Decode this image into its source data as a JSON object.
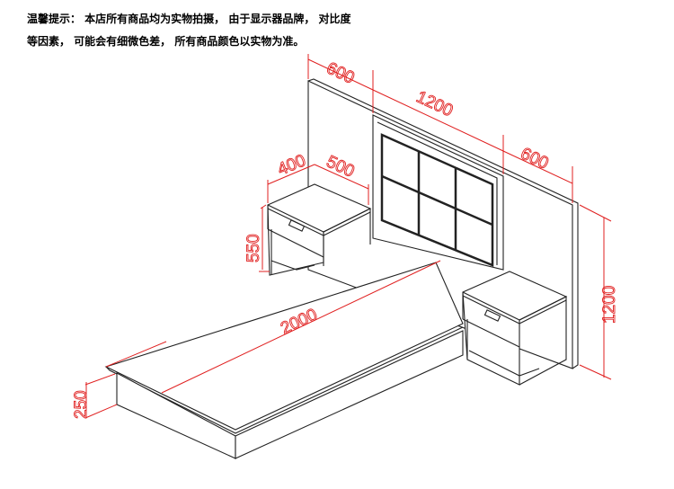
{
  "notice": {
    "line1": "温馨提示： 本店所有商品均为实物拍摄， 由于显示器品牌， 对比度",
    "line2": "等因素， 可能会有细微色差， 所有商品颜色以实物为准。"
  },
  "dimensions": {
    "headboard_side_top": "600",
    "headboard_center_width": "1200",
    "headboard_side_right": "600",
    "nightstand_depth": "400",
    "nightstand_width": "500",
    "nightstand_height": "550",
    "bed_length": "2000",
    "headboard_height": "1200",
    "bed_height": "250"
  },
  "colors": {
    "dimension": "#e02020",
    "line": "#222222"
  }
}
